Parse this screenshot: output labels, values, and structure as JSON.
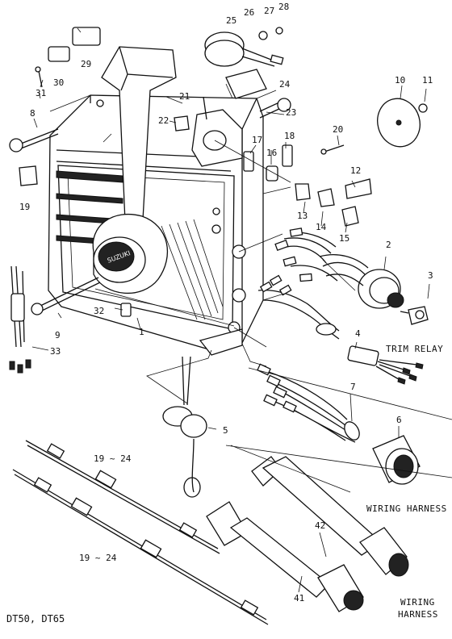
{
  "model_label": "DT50, DT65",
  "captions": {
    "trim_relay": "TRIM RELAY",
    "wiring_harness_1": "WIRING HARNESS",
    "wiring_harness_2": [
      "WIRING",
      "HARNESS"
    ]
  },
  "callouts": {
    "c1": "1",
    "c2": "2",
    "c3": "3",
    "c4": "4",
    "c5": "5",
    "c6": "6",
    "c7": "7",
    "c8": "8",
    "c9": "9",
    "c10": "10",
    "c11": "11",
    "c12": "12",
    "c13": "13",
    "c14": "14",
    "c15": "15",
    "c16": "16",
    "c17": "17",
    "c18": "18",
    "c19": "19",
    "c19_24a": "19 ~ 24",
    "c19_24b": "19 ~ 24",
    "c20": "20",
    "c21": "21",
    "c22": "22",
    "c23": "23",
    "c24": "24",
    "c25": "25",
    "c26": "26",
    "c27": "27",
    "c28": "28",
    "c29": "29",
    "c30": "30",
    "c31": "31",
    "c32": "32",
    "c33": "33",
    "c41": "41",
    "c42": "42"
  }
}
